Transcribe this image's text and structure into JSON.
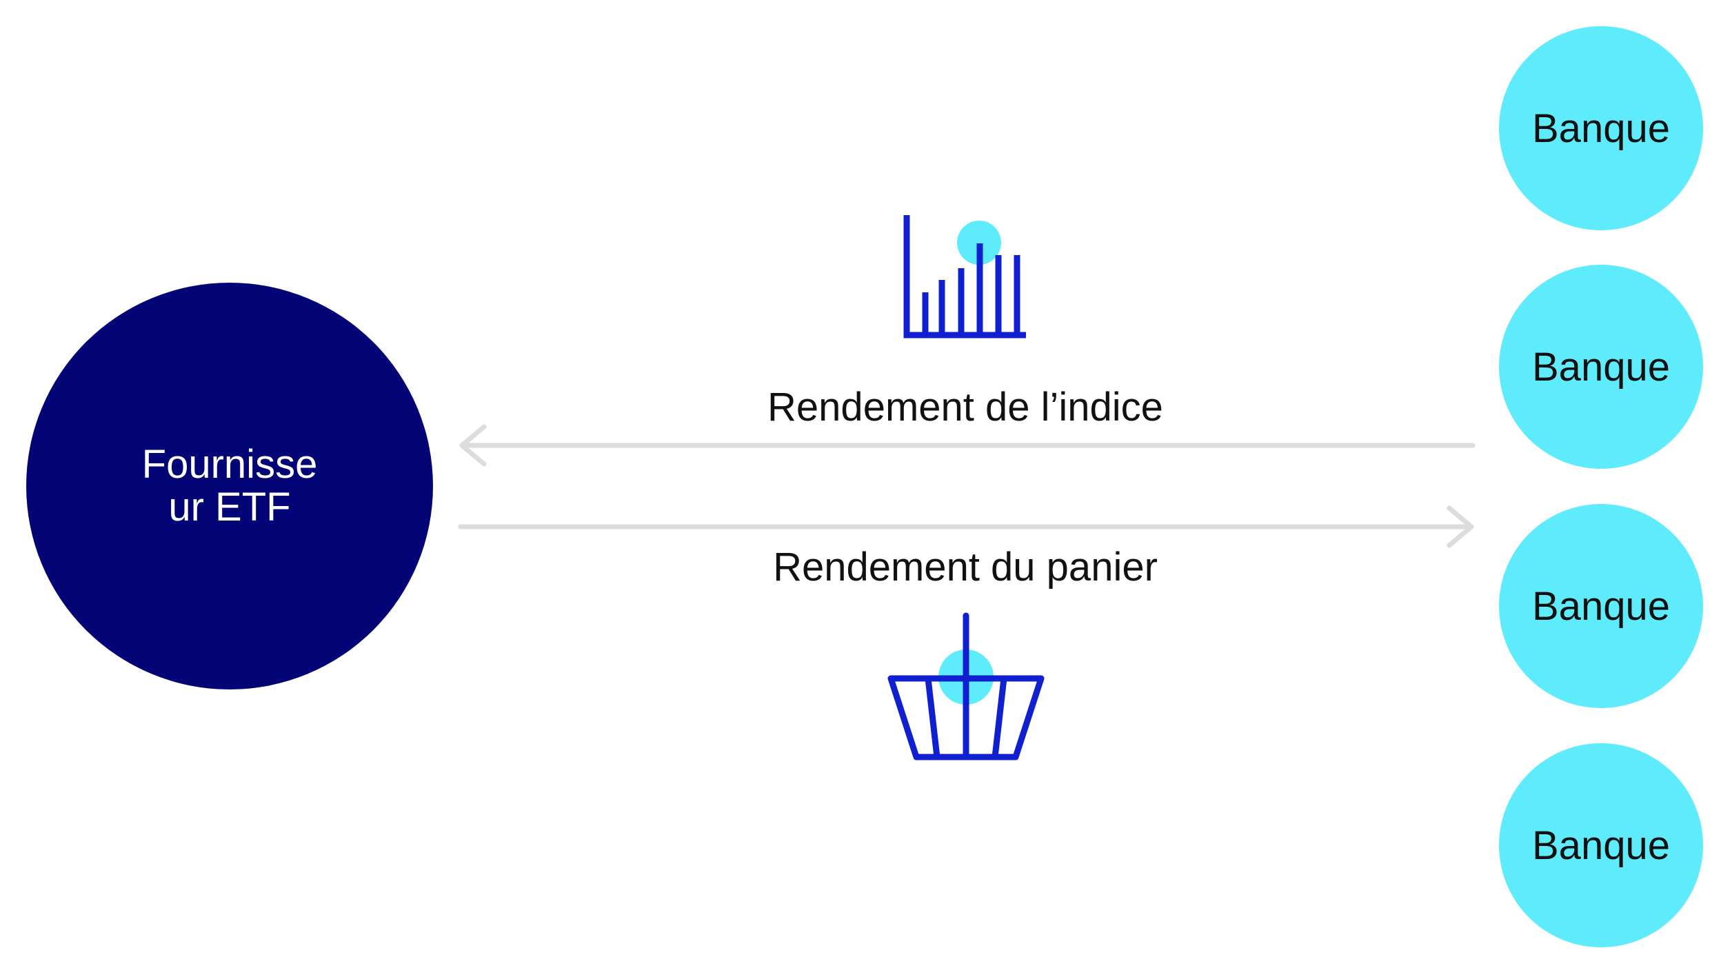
{
  "provider": {
    "line1": "Fournisse",
    "line2": "ur ETF",
    "color": "#030577"
  },
  "banks": [
    {
      "label": "Banque"
    },
    {
      "label": "Banque"
    },
    {
      "label": "Banque"
    },
    {
      "label": "Banque"
    }
  ],
  "bank_color": "#5eecfc",
  "flows": {
    "index_return": {
      "label": "Rendement de l’indice",
      "direction": "banks-to-provider",
      "icon": "bar-chart-icon"
    },
    "basket_return": {
      "label": "Rendement du panier",
      "direction": "provider-to-banks",
      "icon": "basket-icon"
    }
  },
  "icon_color": "#1020d0",
  "arrow_color": "#dcdcdc"
}
